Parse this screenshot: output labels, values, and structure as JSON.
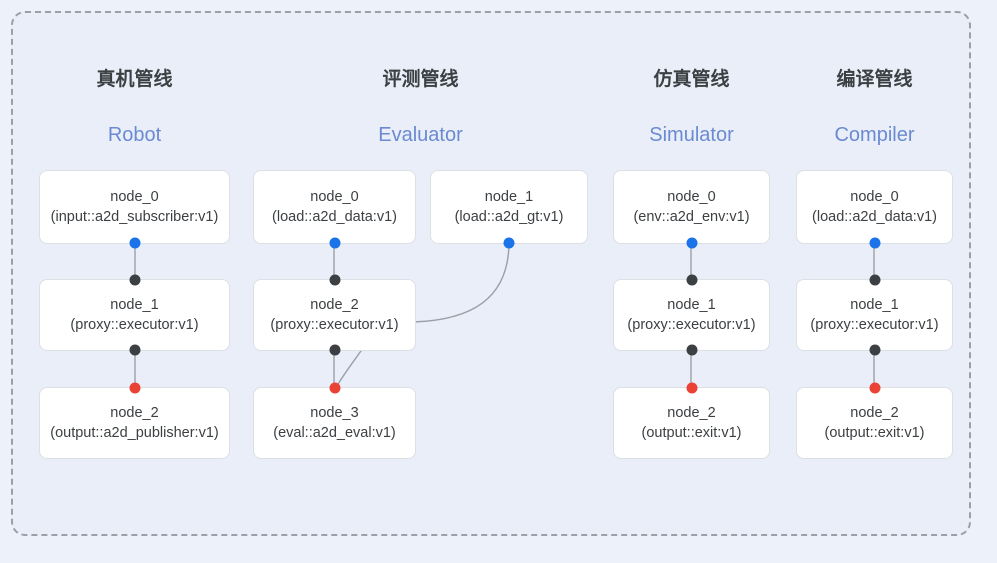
{
  "panel": {
    "border_style": "dashed",
    "border_color": "#9aa0a6",
    "background": "#e9eef9"
  },
  "palette": {
    "output_port": "#1a73e8",
    "neutral_port": "#3c4043",
    "input_port": "#ea4335",
    "subtitle": "#6b8ad1",
    "title": "#3c4043",
    "edge": "#9aa0a6",
    "node_bg": "#ffffff",
    "node_border": "#dcdfe4"
  },
  "columns": [
    {
      "title": "真机管线",
      "subtitle": "Robot",
      "nodes": [
        {
          "name": "node_0",
          "type": "(input::a2d_subscriber:v1)"
        },
        {
          "name": "node_1",
          "type": "(proxy::executor:v1)"
        },
        {
          "name": "node_2",
          "type": "(output::a2d_publisher:v1)"
        }
      ]
    },
    {
      "title": "评测管线",
      "subtitle": "Evaluator",
      "nodes": [
        {
          "name": "node_0",
          "type": "(load::a2d_data:v1)"
        },
        {
          "name": "node_1",
          "type": "(load::a2d_gt:v1)"
        },
        {
          "name": "node_2",
          "type": "(proxy::executor:v1)"
        },
        {
          "name": "node_3",
          "type": "(eval::a2d_eval:v1)"
        }
      ]
    },
    {
      "title": "仿真管线",
      "subtitle": "Simulator",
      "nodes": [
        {
          "name": "node_0",
          "type": "(env::a2d_env:v1)"
        },
        {
          "name": "node_1",
          "type": "(proxy::executor:v1)"
        },
        {
          "name": "node_2",
          "type": "(output::exit:v1)"
        }
      ]
    },
    {
      "title": "编译管线",
      "subtitle": "Compiler",
      "nodes": [
        {
          "name": "node_0",
          "type": "(load::a2d_data:v1)"
        },
        {
          "name": "node_1",
          "type": "(proxy::executor:v1)"
        },
        {
          "name": "node_2",
          "type": "(output::exit:v1)"
        }
      ]
    }
  ]
}
